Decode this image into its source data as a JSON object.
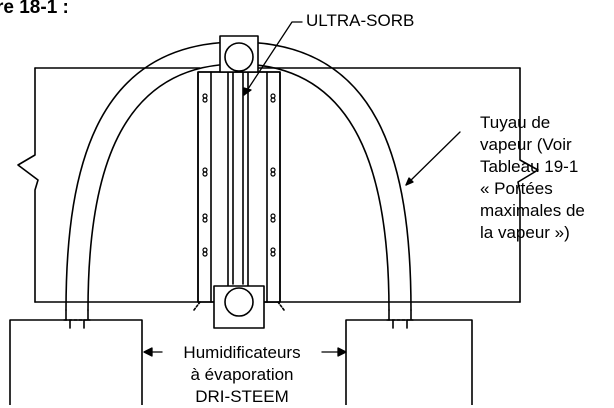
{
  "heading_fragment": "re 18-1 :",
  "labels": {
    "ultra_sorb": "ULTRA-SORB",
    "steam_pipe": [
      "Tuyau de",
      "vapeur (Voir",
      "Tableau 19-1",
      "« Portées",
      "maximales de",
      "la vapeur »)"
    ],
    "humidifiers": [
      "Humidificateurs",
      "à évaporation",
      "DRI-STEEM"
    ]
  },
  "colors": {
    "ink": "#000000",
    "background": "#ffffff"
  }
}
